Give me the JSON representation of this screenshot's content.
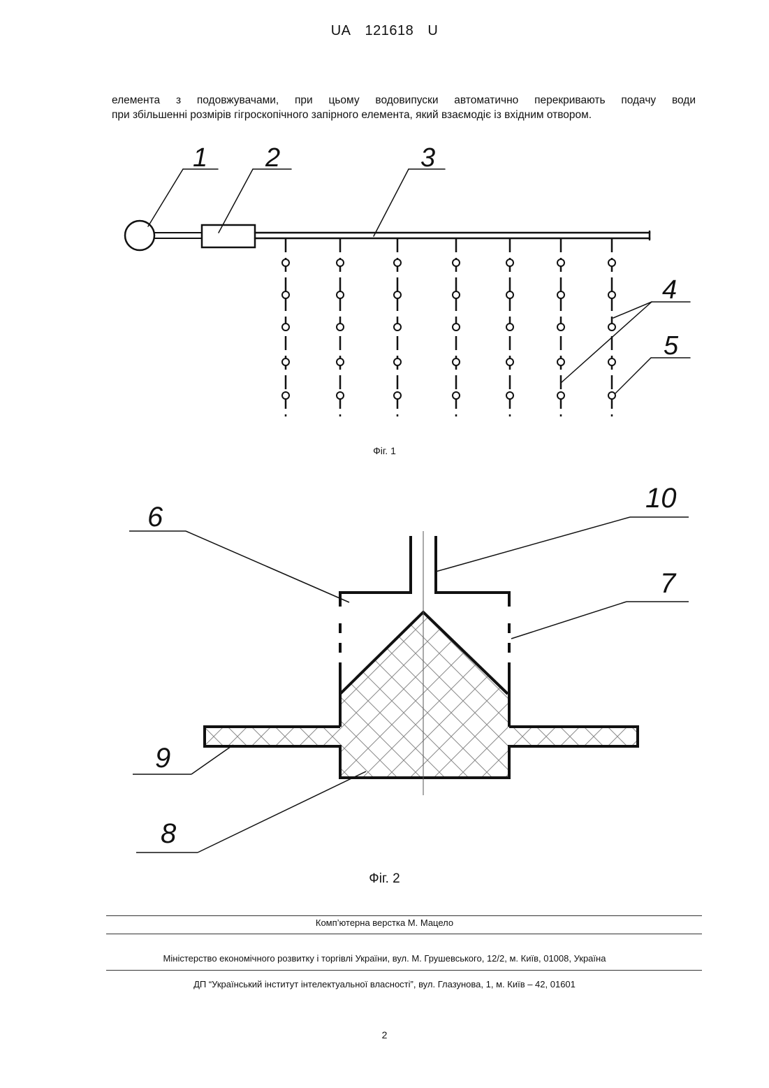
{
  "header": {
    "country": "UA",
    "number": "121618",
    "kind": "U"
  },
  "body_text": {
    "line1": "елемента з подовжувачами, при цьому водовипуски автоматично перекривають подачу води",
    "line2": "при збільшенні розмірів гігроскопічного запірного елемента, який взаємодіє із вхідним отвором."
  },
  "figure1": {
    "caption": "Фіг. 1",
    "labels": [
      "1",
      "2",
      "3",
      "4",
      "5"
    ]
  },
  "figure2": {
    "caption": "Фіг. 2",
    "labels": [
      "6",
      "10",
      "7",
      "9",
      "8"
    ]
  },
  "footer": {
    "layout": "Комп’ютерна верстка М. Мацело",
    "ministry": "Міністерство економічного розвитку і торгівлі України, вул. М. Грушевського, 12/2, м. Київ, 01008, Україна",
    "institute": "ДП “Український інститут інтелектуальної власності”, вул. Глазунова, 1, м. Київ – 42, 01601"
  },
  "page_number": "2"
}
